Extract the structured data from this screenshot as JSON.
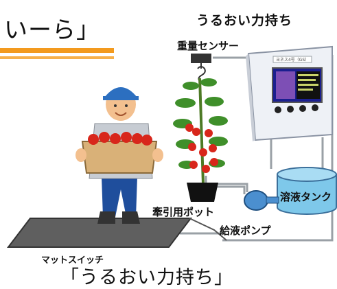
{
  "header": {
    "title_fragment": "いーら」"
  },
  "system": {
    "title": "うるおい力持ち",
    "panel_label": "ヨネス4号（GS）"
  },
  "labels": {
    "weight_sensor": "重量センサー",
    "solution_tank": "溶液タンク",
    "traction_pot": "牽引用ポット",
    "supply_pump": "給液ポンプ",
    "mat_switch": "マットスイッチ"
  },
  "footer": {
    "caption": "「うるおい力持ち」"
  },
  "colors": {
    "accent_orange": "#f39a1e",
    "pipe_gray": "#9aa0a6",
    "tank_blue": "#7ec8ea",
    "mat_gray": "#5f5f5f",
    "tomato_red": "#d8261b"
  }
}
